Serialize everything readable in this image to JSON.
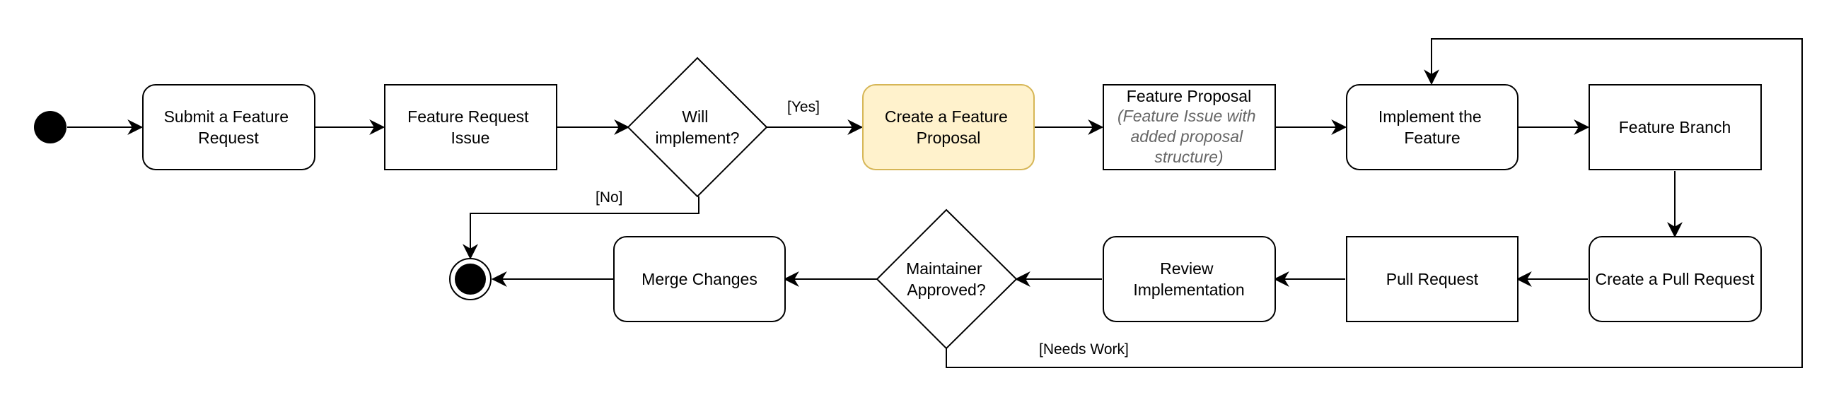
{
  "nodes": {
    "submit_request": [
      "Submit a Feature",
      "Request"
    ],
    "feature_request_issue": [
      "Feature Request",
      "Issue"
    ],
    "will_implement": [
      "Will",
      "implement?"
    ],
    "create_proposal": [
      "Create a Feature",
      "Proposal"
    ],
    "feature_proposal_title": "Feature Proposal",
    "feature_proposal_note": [
      "(Feature Issue with",
      "added proposal",
      "structure)"
    ],
    "implement_feature": [
      "Implement the",
      "Feature"
    ],
    "feature_branch": "Feature Branch",
    "create_pull_request": "Create a Pull Request",
    "pull_request": "Pull Request",
    "review_implementation": [
      "Review",
      "Implementation"
    ],
    "maintainer_approved": [
      "Maintainer",
      "Approved?"
    ],
    "merge_changes": "Merge Changes"
  },
  "edge_labels": {
    "yes": "[Yes]",
    "no": "[No]",
    "needs_work": "[Needs Work]"
  },
  "colors": {
    "stroke": "#000000",
    "node_fill": "#ffffff",
    "highlight_fill": "#fff2cc",
    "highlight_stroke": "#d6b656",
    "note_text": "#666666"
  }
}
